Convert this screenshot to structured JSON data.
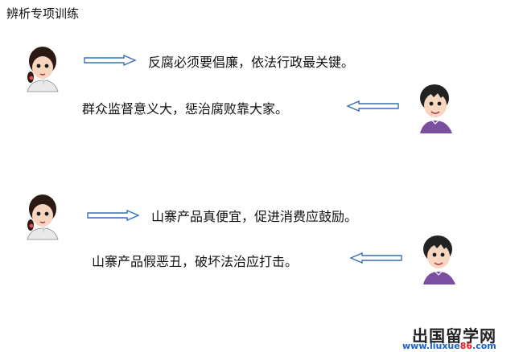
{
  "title": "辨析专项训练",
  "groups": [
    {
      "girl_says": "反腐必须要倡廉，依法行政最关键。",
      "boy_says": "群众监督意义大，惩治腐败靠大家。"
    },
    {
      "girl_says": "山寨产品真便宜，促进消费应鼓励。",
      "boy_says": "山寨产品假恶丑，破坏法治应打击。"
    }
  ],
  "watermark": {
    "name": "出国留学网",
    "url_prefix": "www.liuxue",
    "url_number": "86",
    "url_suffix": ".com"
  },
  "colors": {
    "arrow_fill": "#ffffff",
    "arrow_stroke": "#3a6fb5",
    "boy_shirt": "#7a4fa0",
    "girl_scarf": "#e9e9e9"
  }
}
